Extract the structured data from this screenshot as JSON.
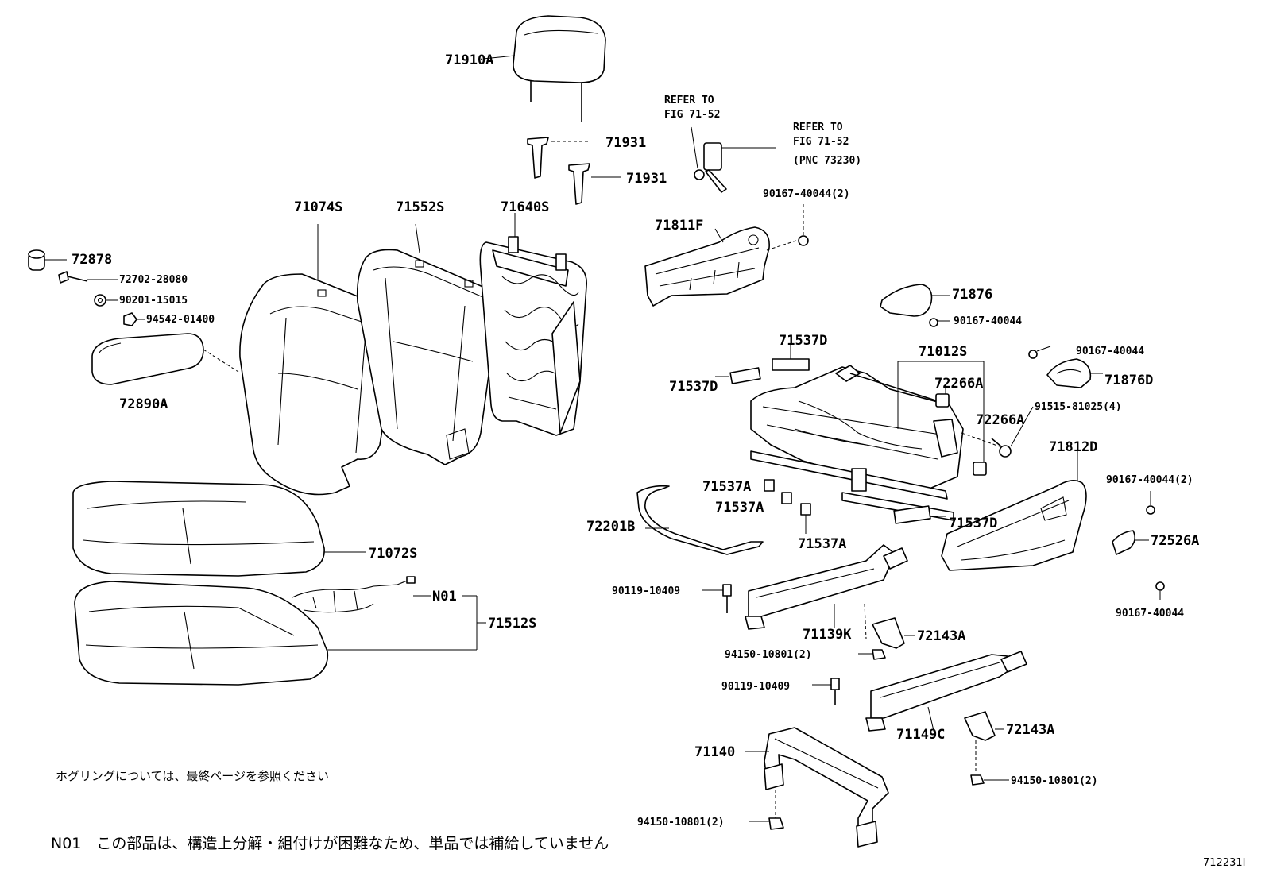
{
  "labels": {
    "headrest": "71910A",
    "support_1": "71931",
    "support_2": "71931",
    "refer_to_1_line1": "REFER TO",
    "refer_to_1_line2": "FIG 71-52",
    "refer_to_2_line1": "REFER TO",
    "refer_to_2_line2": "FIG 71-52",
    "refer_to_2_line3": "(PNC 73230)",
    "screw_top": "90167-40044(2)",
    "back_cover": "71074S",
    "back_pad": "71552S",
    "back_frame": "71640S",
    "shield_upper": "71811F",
    "pivot_cover": "71876",
    "screw_pivot": "90167-40044",
    "cap": "72878",
    "bolt": "72702-28080",
    "washer": "90201-15015",
    "nut": "94542-01400",
    "armrest": "72890A",
    "pad_d1": "71537D",
    "pad_d2": "71537D",
    "cushion_frame": "71012S",
    "adjuster_1": "72266A",
    "adjuster_2": "72266A",
    "screw_right": "90167-40044",
    "pivot_cover_d": "71876D",
    "bolt_4": "91515-81025(4)",
    "pad_a1": "71537A",
    "pad_a2": "71537A",
    "pad_a3": "71537A",
    "pad_d3": "71537D",
    "shield_lower": "71812D",
    "screw_shield": "90167-40044(2)",
    "knob": "72526A",
    "screw_bottom": "90167-40044",
    "rod": "72201B",
    "cushion_cover": "71072S",
    "bolt_leg1": "90119-10409",
    "wire_harness": "N01",
    "cushion_assy": "71512S",
    "leg_front": "71139K",
    "bracket_1": "72143A",
    "nut_1": "94150-10801(2)",
    "bolt_leg2": "90119-10409",
    "leg_rear": "71149C",
    "bracket_2": "72143A",
    "leg_base": "71140",
    "nut_2": "94150-10801(2)",
    "nut_3": "94150-10801(2)"
  },
  "notes": {
    "hog_ring": "ホグリングについては、最終ページを参照ください",
    "n01": "N01　この部品は、構造上分解・組付けが困難なため、単品では補給していません"
  },
  "figure_id": "712231I"
}
